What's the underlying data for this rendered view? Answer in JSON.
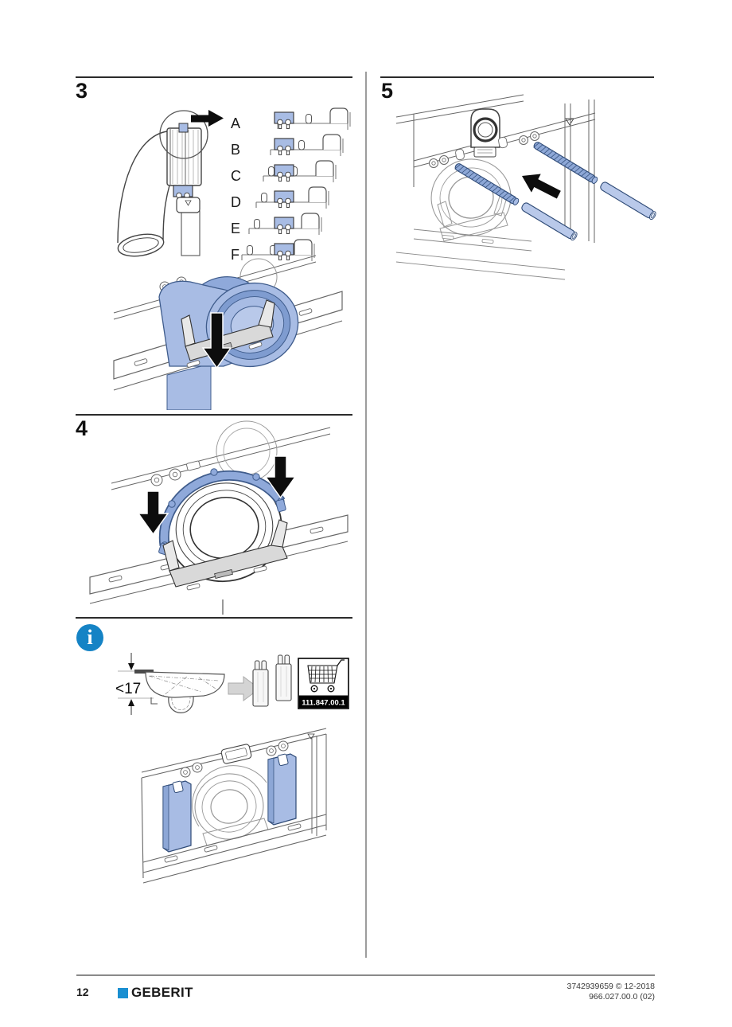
{
  "steps": {
    "step3": "3",
    "step4": "4",
    "step5": "5"
  },
  "step3_options": [
    "A",
    "B",
    "C",
    "D",
    "E",
    "F"
  ],
  "info": {
    "icon_glyph": "i",
    "measurement": "<17",
    "part_number": "111.847.00.1"
  },
  "footer": {
    "page_number": "12",
    "brand": "GEBERIT",
    "ref_line1": "3742939659 © 12-2018",
    "ref_line2": "966.027.00.0 (02)"
  },
  "colors": {
    "illustration_light_blue": "#a8bce4",
    "illustration_mid_blue": "#8fa9da",
    "illustration_dark_blue": "#3f5c8c",
    "info_icon_blue": "#1583c5",
    "brand_blue": "#1a8fd1",
    "part_label_bg": "#000000"
  }
}
